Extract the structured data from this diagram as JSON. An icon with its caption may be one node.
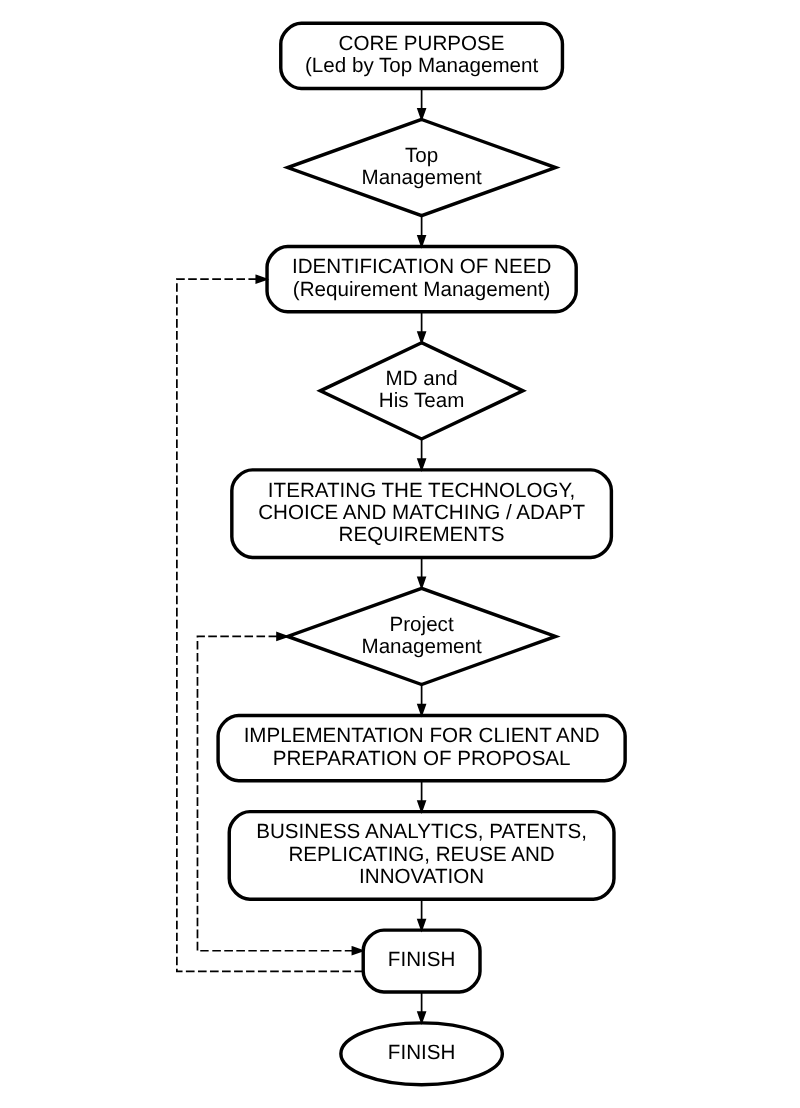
{
  "diagram": {
    "nodes": [
      {
        "text": [
          "CORE PURPOSE",
          "(Led by Top Management"
        ]
      },
      {
        "text": [
          "Top Management"
        ]
      },
      {
        "text": [
          "IDENTIFICATION OF NEED",
          "(Requirement Management)"
        ]
      },
      {
        "text": [
          "MD and His Team"
        ]
      },
      {
        "text": [
          "ITERATING THE TECHNOLOGY, CHOICE AND MATCHING / ADAPT REQUIREMENTS"
        ]
      },
      {
        "text": [
          "Project Management"
        ]
      },
      {
        "text": [
          "IMPLEMENTATION FOR CLIENT AND PREPARATION OF PROPOSAL"
        ]
      },
      {
        "text": [
          "BUSINESS ANALYTICS, PATENTS, REPLICATING, REUSE AND INNOVATION"
        ]
      },
      {
        "text": [
          "FINISH"
        ]
      },
      {
        "text": [
          "FINISH"
        ]
      }
    ],
    "edges": [
      {
        "from": 0,
        "to": 1,
        "arrow": "to"
      },
      {
        "from": 1,
        "to": 2,
        "arrow": "to"
      },
      {
        "from": 2,
        "to": 3,
        "arrow": "to"
      },
      {
        "from": 3,
        "to": 4,
        "arrow": "to"
      },
      {
        "from": 4,
        "to": 5,
        "arrow": "to"
      },
      {
        "from": 5,
        "to": 6,
        "arrow": "to"
      },
      {
        "from": 6,
        "to": 7,
        "arrow": "to"
      },
      {
        "from": 7,
        "to": 8,
        "arrow": "to"
      },
      {
        "from": 8,
        "to": 9,
        "arrow": "to"
      },
      {
        "from": 8,
        "to": 2,
        "arrow": "to",
        "style": "dashed"
      },
      {
        "from": 5,
        "to": 8,
        "arrow": "both",
        "style": "dashed"
      }
    ]
  }
}
